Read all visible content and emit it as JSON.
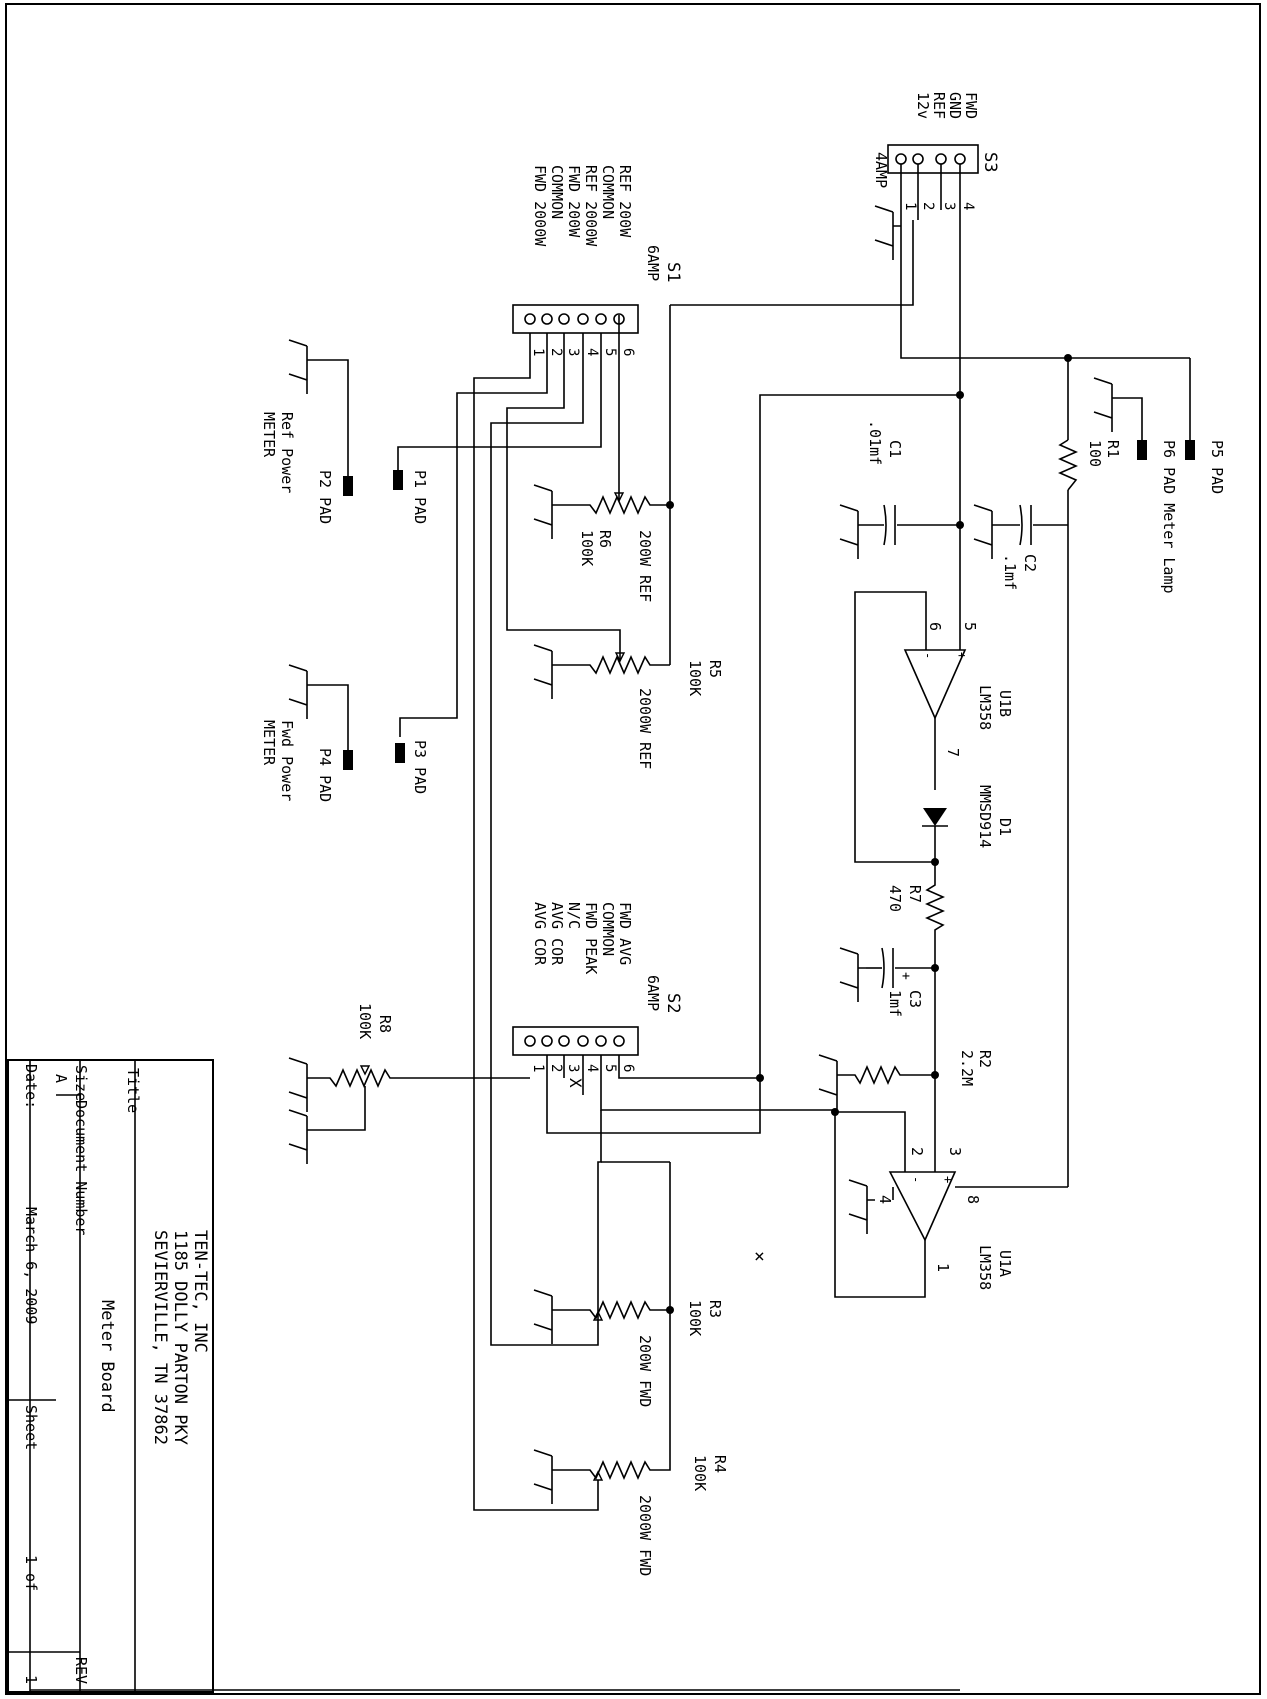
{
  "title_block": {
    "company": "TEN-TEC, INC",
    "address1": "1185 DOLLY PARTON PKY",
    "address2": "SEVIERVILLE, TN 37862",
    "title_label": "Title",
    "title": "Meter Board",
    "size_label": "Size",
    "size": "A",
    "doc_label": "Document Number",
    "rev_label": "REV",
    "date_label": "Date:",
    "date": "March  6, 2009",
    "sheet_label": "Sheet",
    "sheet_of": "1  of",
    "sheet_total": "1"
  },
  "connectors": {
    "s3": {
      "ref": "S3",
      "type": "4AMP",
      "pins": [
        "1",
        "2",
        "3",
        "4"
      ],
      "signals": [
        "FWD",
        "GND",
        "REF",
        "12v"
      ]
    },
    "s1": {
      "ref": "S1",
      "type": "6AMP",
      "pins": [
        "1",
        "2",
        "3",
        "4",
        "5",
        "6"
      ],
      "signals": [
        "REF 200W",
        "COMMON",
        "REF 2000W",
        "FWD 200W",
        "COMMON",
        "FWD 2000W"
      ]
    },
    "s2": {
      "ref": "S2",
      "type": "6AMP",
      "pins": [
        "1",
        "2",
        "3",
        "4",
        "5",
        "6"
      ],
      "signals": [
        "FWD AVG",
        "COMMON",
        "FWD PEAK",
        "N/C",
        "AVG COR",
        "AVG COR"
      ]
    }
  },
  "components": {
    "r1": {
      "ref": "R1",
      "value": "100"
    },
    "c1": {
      "ref": "C1",
      "value": ".01mf"
    },
    "c2": {
      "ref": "C2",
      "value": ".1mf"
    },
    "c3": {
      "ref": "C3",
      "value": "1mf",
      "polarity": "+"
    },
    "r2": {
      "ref": "R2",
      "value": "2.2M"
    },
    "r7": {
      "ref": "R7",
      "value": "470"
    },
    "d1": {
      "ref": "D1",
      "value": "MMSD914"
    },
    "u1b": {
      "ref": "U1B",
      "value": "LM358",
      "pin_plus": "5",
      "pin_minus": "6",
      "pin_out": "7",
      "sign_plus": "+",
      "sign_minus": "-"
    },
    "u1a": {
      "ref": "U1A",
      "value": "LM358",
      "pin_plus": "3",
      "pin_minus": "2",
      "pin_out": "1",
      "pin_vcc": "8",
      "pin_gnd": "4",
      "sign_plus": "+",
      "sign_minus": "-"
    },
    "r6": {
      "ref": "R6",
      "value": "100K",
      "label": "200W  REF"
    },
    "r5": {
      "ref": "R5",
      "value": "100K",
      "label": "2000W  REF"
    },
    "r3": {
      "ref": "R3",
      "value": "100K",
      "label": "200W  FWD"
    },
    "r4": {
      "ref": "R4",
      "value": "100K",
      "label": "2000W  FWD"
    },
    "r8": {
      "ref": "R8",
      "value": "100K"
    }
  },
  "pads": {
    "p1": "P1  PAD",
    "p2": "P2  PAD",
    "p2_desc1": "Ref Power",
    "p2_desc2": "METER",
    "p3": "P3 PAD",
    "p4": "P4  PAD",
    "p4_desc1": "Fwd Power",
    "p4_desc2": "METER",
    "p5": "P5 PAD",
    "p6": "P6 PAD Meter Lamp"
  },
  "marks": {
    "nc1": "X",
    "nc2": "×"
  }
}
